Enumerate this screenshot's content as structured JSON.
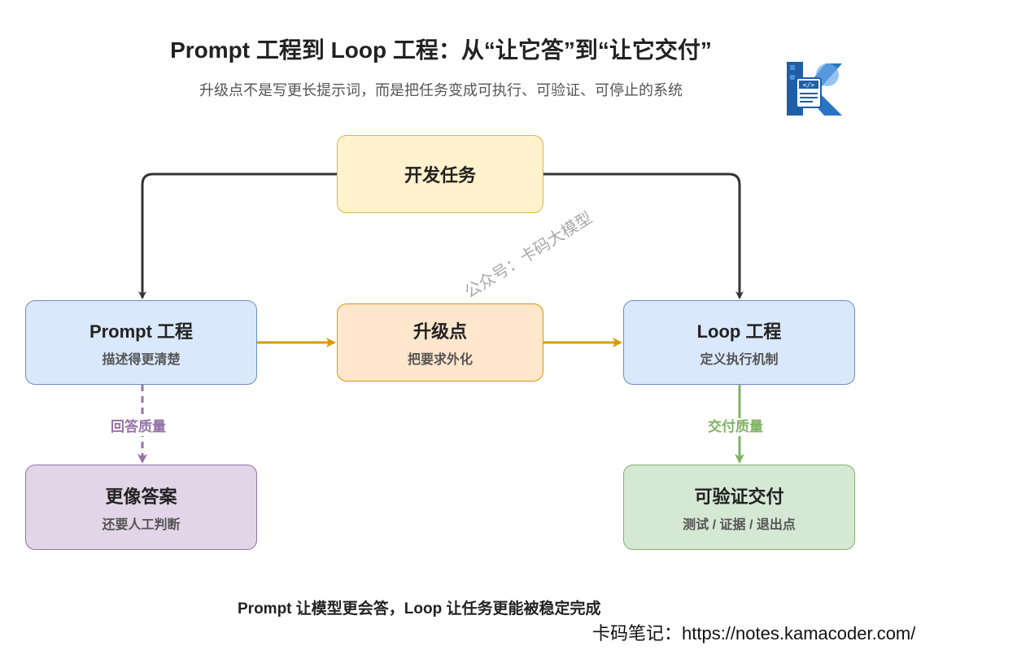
{
  "header": {
    "title": "Prompt 工程到 Loop 工程：从“让它答”到“让它交付”",
    "subtitle": "升级点不是写更长提示词，而是把任务变成可执行、可验证、可停止的系统"
  },
  "logo": {
    "icon": "kamacoder-k-logo-icon",
    "colors": [
      "#1f5fa8",
      "#4a90d9"
    ]
  },
  "nodes": {
    "task": {
      "title": "开发任务"
    },
    "prompt": {
      "title": "Prompt 工程",
      "subtitle": "描述得更清楚"
    },
    "upgrade": {
      "title": "升级点",
      "subtitle": "把要求外化"
    },
    "loop": {
      "title": "Loop 工程",
      "subtitle": "定义执行机制"
    },
    "answer": {
      "title": "更像答案",
      "subtitle": "还要人工判断"
    },
    "deliver": {
      "title": "可验证交付",
      "subtitle": "测试 / 证据 / 退出点"
    }
  },
  "edges": {
    "answer_label": "回答质量",
    "deliver_label": "交付质量"
  },
  "colors": {
    "orange_edge": "#d79b00",
    "purple_edge": "#9673a6",
    "green_edge": "#82b366",
    "dark_edge": "#333333"
  },
  "watermark": "公众号：卡码大模型",
  "footer": {
    "tagline": "Prompt 让模型更会答，Loop 让任务更能被稳定完成",
    "site": "卡码笔记：https://notes.kamacoder.com/"
  }
}
